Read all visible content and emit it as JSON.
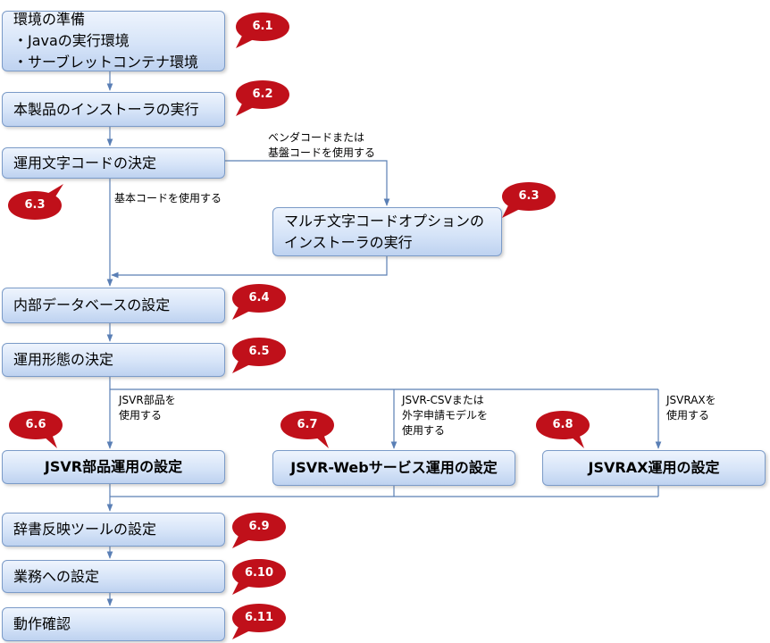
{
  "steps": {
    "env": {
      "line1": "環境の準備",
      "line2": "・Javaの実行環境",
      "line3": "・サーブレットコンテナ環境"
    },
    "install": "本製品のインストーラの実行",
    "charset": "運用文字コードの決定",
    "multi": {
      "line1": "マルチ文字コードオプションの",
      "line2": "インストーラの実行"
    },
    "internal_db": "内部データベースの設定",
    "mode": "運用形態の決定",
    "jsvr_parts": "JSVR部品運用の設定",
    "jsvr_web": "JSVR-Webサービス運用の設定",
    "jsvrax": "JSVRAX運用の設定",
    "dict": "辞書反映ツールの設定",
    "business": "業務への設定",
    "verify": "動作確認"
  },
  "branch_labels": {
    "vendor": {
      "line1": "ベンダコードまたは",
      "line2": "基盤コードを使用する"
    },
    "basic": "基本コードを使用する",
    "parts": {
      "line1": "JSVR部品を",
      "line2": "使用する"
    },
    "csv": {
      "line1": "JSVR-CSVまたは",
      "line2": "外字申請モデルを",
      "line3": "使用する"
    },
    "ax": {
      "line1": "JSVRAXを",
      "line2": "使用する"
    }
  },
  "sections": {
    "env": "6.1",
    "install": "6.2",
    "charset": "6.3",
    "multi": "6.3",
    "internal_db": "6.4",
    "mode": "6.5",
    "jsvr_parts": "6.6",
    "jsvr_web": "6.7",
    "jsvrax": "6.8",
    "dict": "6.9",
    "business": "6.10",
    "verify": "6.11"
  },
  "colors": {
    "box_border": "#7b9bc8",
    "connector": "#5a7fb5",
    "callout": "#c0101a"
  }
}
